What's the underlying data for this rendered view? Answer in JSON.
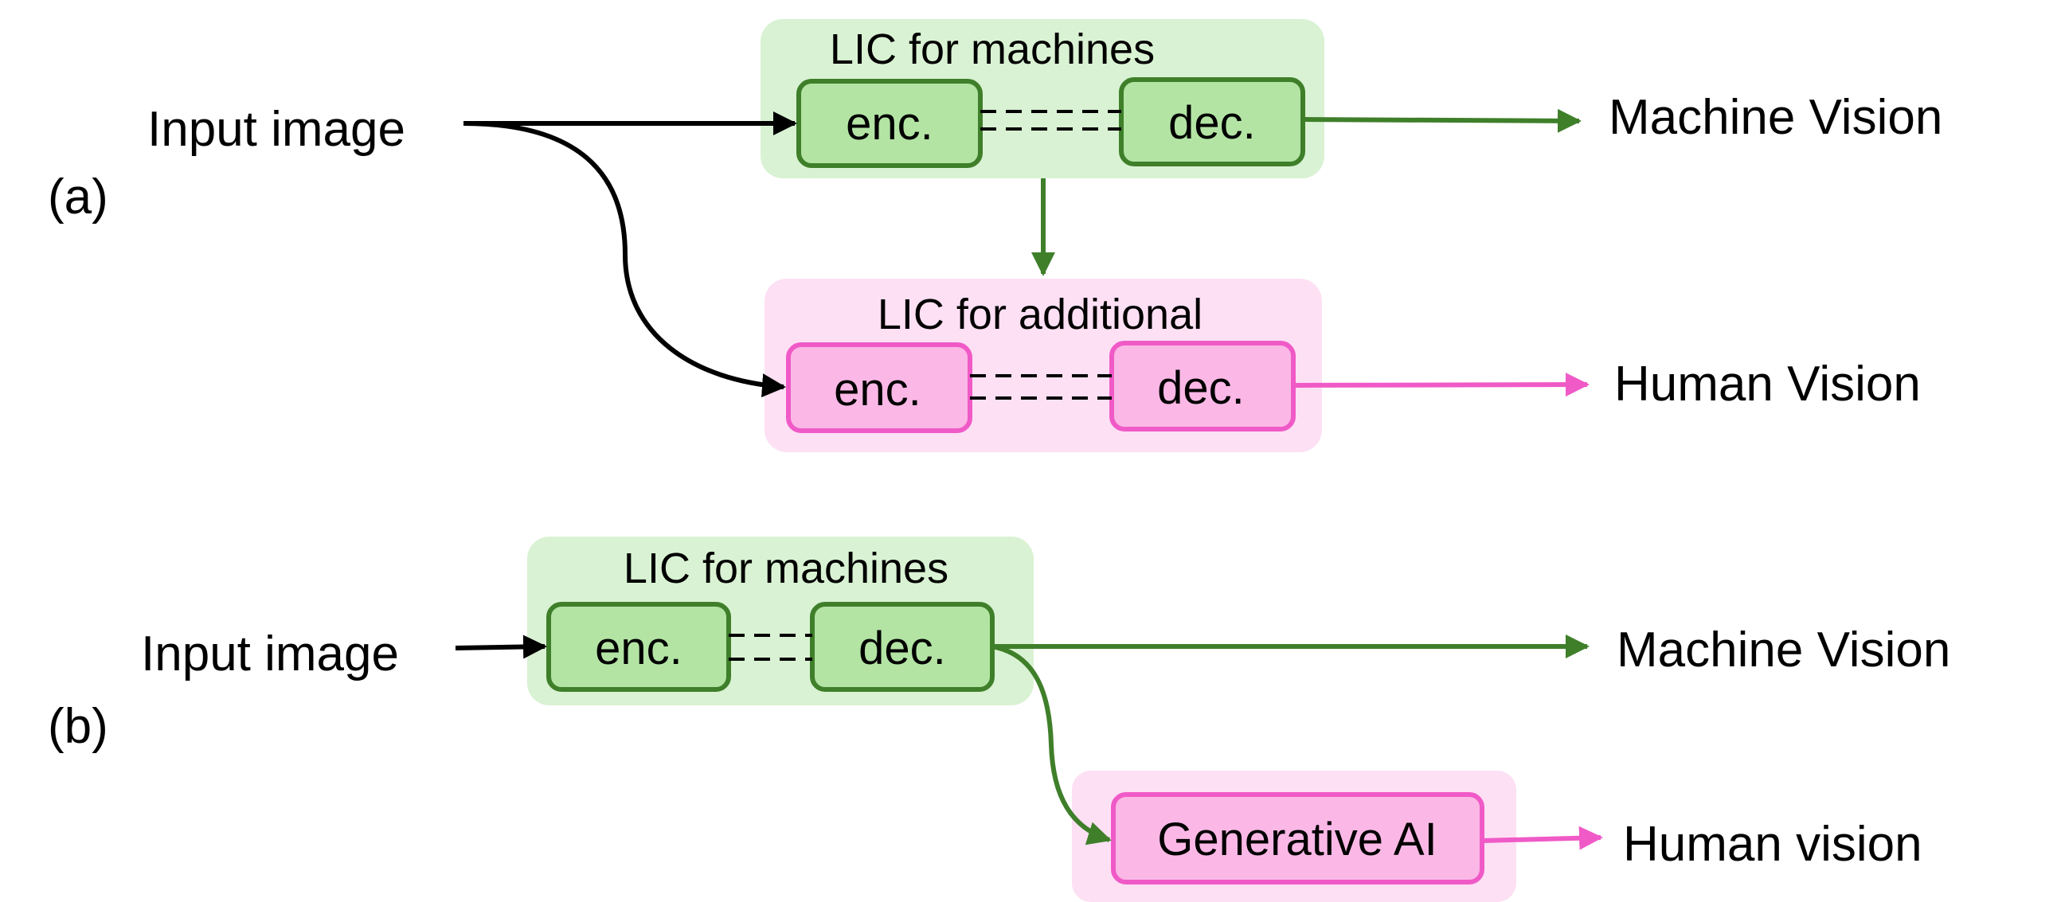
{
  "panel_a": {
    "marker": "(a)",
    "input_label": "Input image",
    "machine_group": {
      "title": "LIC for machines",
      "encoder": "enc.",
      "decoder": "dec."
    },
    "additional_group": {
      "title": "LIC for additional",
      "encoder": "enc.",
      "decoder": "dec."
    },
    "machine_output": "Machine Vision",
    "human_output": "Human Vision"
  },
  "panel_b": {
    "marker": "(b)",
    "input_label": "Input image",
    "machine_group": {
      "title": "LIC for machines",
      "encoder": "enc.",
      "decoder": "dec."
    },
    "generator": "Generative AI",
    "machine_output": "Machine Vision",
    "human_output": "Human vision"
  },
  "colors": {
    "green_fill_bg": "#d9f2d3",
    "green_box": "#b3e4a4",
    "green_stroke": "#3f7f2a",
    "pink_fill_bg": "#fde0f4",
    "pink_box": "#fbb8e6",
    "pink_stroke": "#f05ac7",
    "arrow_black": "#000000"
  }
}
